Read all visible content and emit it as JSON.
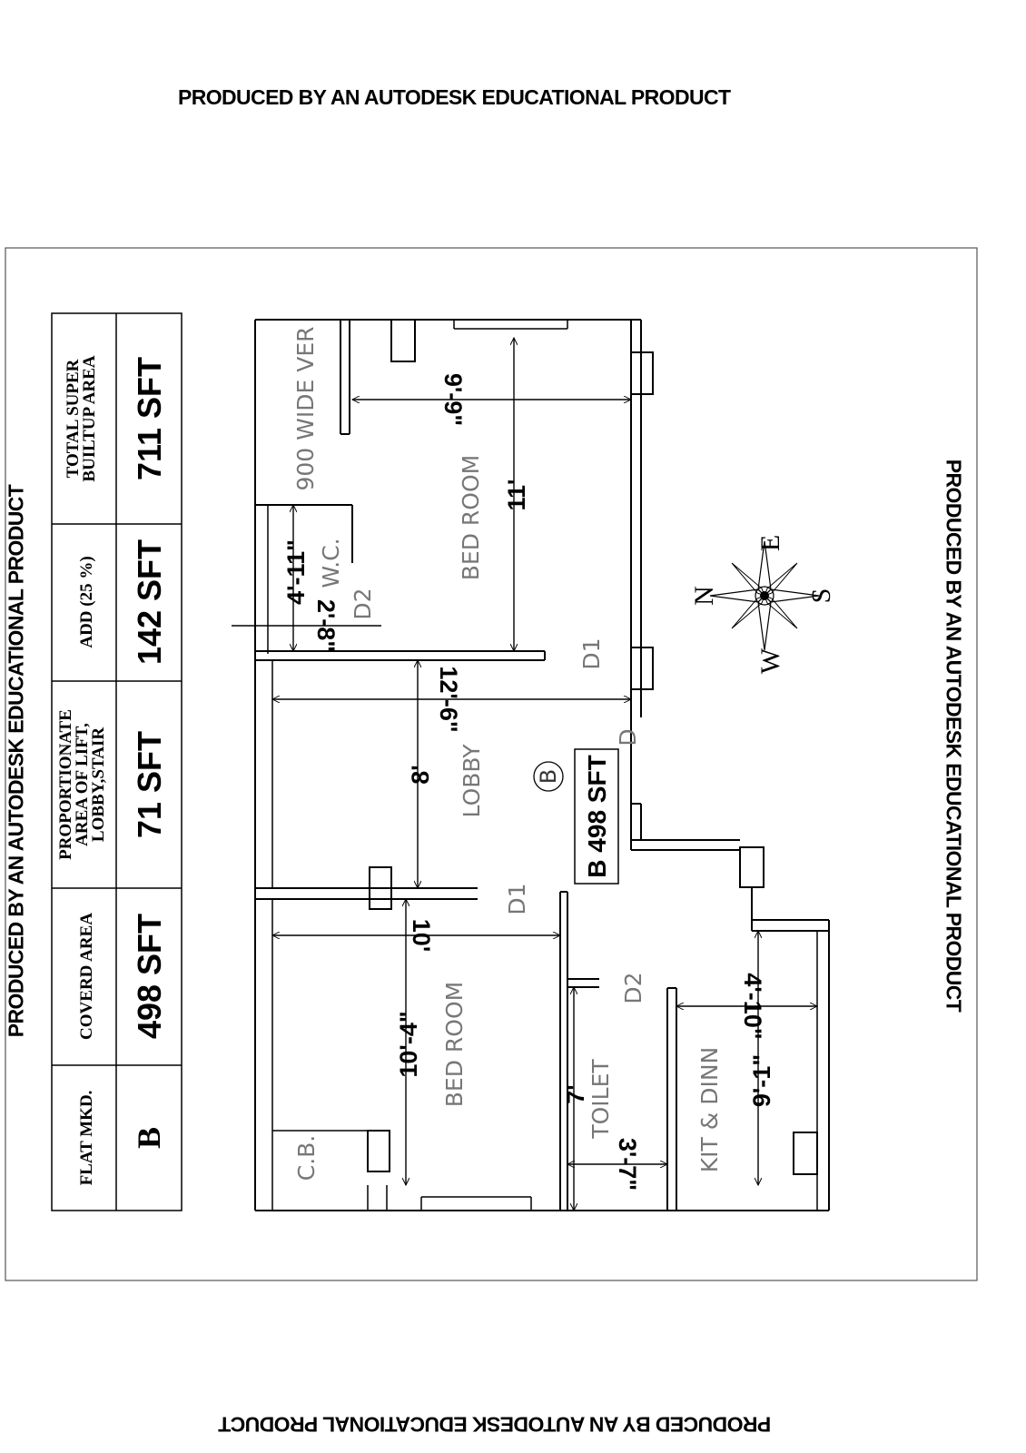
{
  "watermark": {
    "text": "PRODUCED BY AN AUTODESK EDUCATIONAL PRODUCT"
  },
  "area_table": {
    "headers": [
      "FLAT MKD.",
      "COVERD AREA",
      "PROPORTIONATE AREA OF LIFT, LOBBY,STAIR",
      "ADD (25 %)",
      "TOTAL SUPER BUILTUP AREA"
    ],
    "header_lines": {
      "proportionate": [
        "PROPORTIONATE",
        "AREA OF LIFT,",
        "LOBBY,STAIR"
      ],
      "total": [
        "TOTAL SUPER",
        "BUILTUP AREA"
      ]
    },
    "values": [
      "B",
      "498 SFT",
      "71 SFT",
      "142 SFT",
      "711 SFT"
    ]
  },
  "rooms": {
    "bed_room_1": "BED ROOM",
    "bed_room_2": "BED ROOM",
    "verandah": "900 WIDE VER",
    "wc": "W.C.",
    "lobby": "LOBBY",
    "toilet": "TOILET",
    "kitchen": "KIT & DINN",
    "cb": "C.B."
  },
  "doors": {
    "d1_bed1": "D1",
    "d2_wc": "D2",
    "d_lobby": "D",
    "d1_bed2": "D1",
    "d2_toilet": "D2"
  },
  "dimensions": {
    "bed1_width": "9'-9\"",
    "bed1_length": "11'",
    "wc_length": "4'-11\"",
    "wall_gap": "2'-8\"",
    "lobby_length": "12'-6\"",
    "lobby_width": "8'",
    "bed2_length": "10'",
    "bed2_width": "10'-4\"",
    "toilet_width": "7'",
    "toilet_length": "3'-7\"",
    "kit_width": "4'-10\"",
    "kit_length": "9'-1\""
  },
  "flat_mark": {
    "circle_letter": "B",
    "area_label": "B 498 SFT"
  },
  "compass": {
    "n": "N",
    "s": "S",
    "e": "E",
    "w": "W"
  }
}
